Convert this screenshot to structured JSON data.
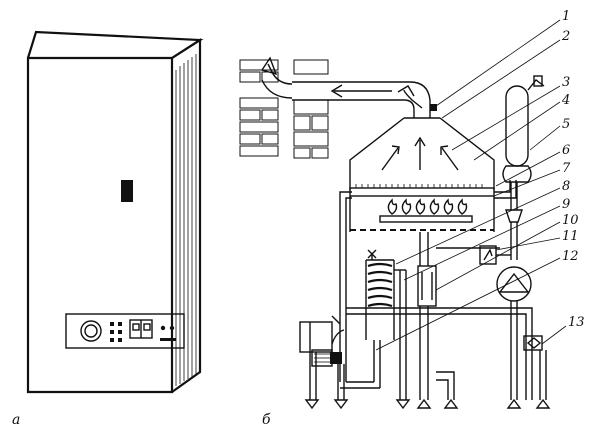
{
  "figure": {
    "caption_left": "а",
    "caption_right": "б",
    "callouts": [
      "1",
      "2",
      "3",
      "4",
      "5",
      "6",
      "7",
      "8",
      "9",
      "10",
      "11",
      "12",
      "13"
    ]
  },
  "colors": {
    "ink": "#111111",
    "paper": "#ffffff"
  }
}
